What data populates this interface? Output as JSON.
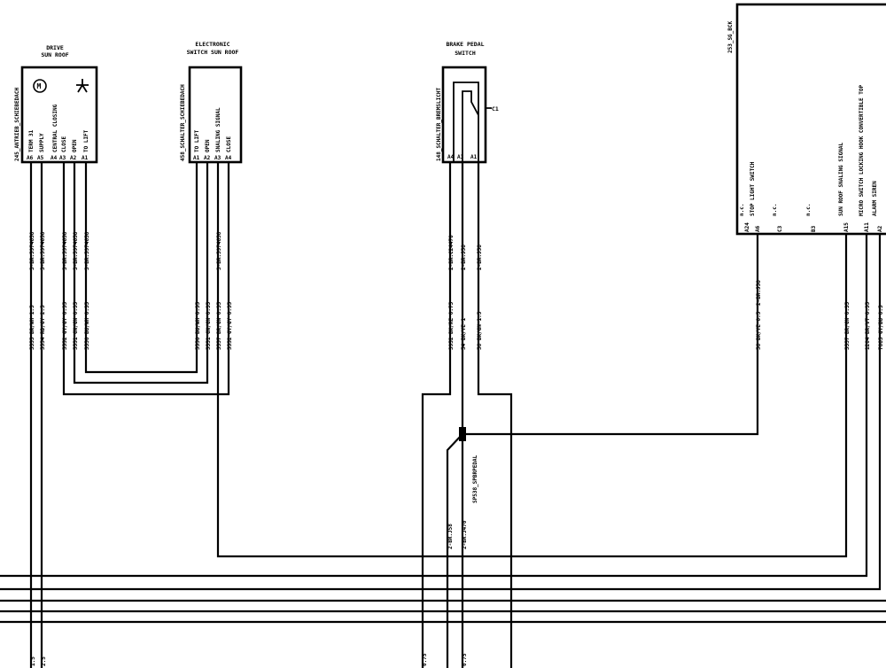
{
  "components": {
    "drive": {
      "title1": "DRIVE",
      "title2": "SUN ROOF",
      "ref": "245_ANTRIEB_SCHIEBEDACH",
      "pins": [
        {
          "pin": "A6",
          "func": "TERM 31"
        },
        {
          "pin": "A5",
          "func": "SUPPLY"
        },
        {
          "pin": "A4",
          "func": "CENTRAL CLOSING"
        },
        {
          "pin": "A3",
          "func": "CLOSE"
        },
        {
          "pin": "A2",
          "func": "OPEN"
        },
        {
          "pin": "A1",
          "func": "TO LIFT"
        }
      ]
    },
    "switch": {
      "title1": "ELECTRONIC",
      "title2": "SWITCH SUN ROOF",
      "ref": "458_SCHALTER_SCHIEBEDACH",
      "pins": [
        {
          "pin": "A1",
          "func": "TO LIFT"
        },
        {
          "pin": "A2",
          "func": "OPEN"
        },
        {
          "pin": "A3",
          "func": "SNALING SIGNAL"
        },
        {
          "pin": "A4",
          "func": "CLOSE"
        }
      ]
    },
    "brake": {
      "title1": "BRAKE PEDAL",
      "title2": "SWITCH",
      "ref": "148_SCHALTER_BREMSLICHT",
      "pins": [
        {
          "pin": "A4"
        },
        {
          "pin": "A3"
        },
        {
          "pin": "A1"
        }
      ],
      "terminal": "C1"
    },
    "control": {
      "ref": "253_SG_BCK",
      "pins": [
        {
          "pin": "A24",
          "func": "n.c."
        },
        {
          "pin": "A6",
          "func": "STOP LIGHT SWITCH"
        },
        {
          "pin": "C3",
          "func": "n.c."
        },
        {
          "pin": "B3",
          "func": "n.c."
        },
        {
          "pin": "A15",
          "func": "SUN ROOF SNALING SIGNAL"
        },
        {
          "pin": "A11",
          "func": "MICRO SWITCH LOCKING HOOK CONVERTIBLE TOP"
        },
        {
          "pin": "A2",
          "func": "ALARM SIREN"
        }
      ]
    }
  },
  "wires": {
    "d1": {
      "label": "5555 BR/WH 1.5",
      "conn": "3-BR.5974658"
    },
    "d2": {
      "label": "5554 RD/GY 2.5",
      "conn": "3-BR.5974658"
    },
    "d3": {
      "label": "5552 GY/GY 0.35",
      "conn": "3-BR.5974658"
    },
    "d4": {
      "label": "5551 GN/GN 0.35",
      "conn": "3-BR.5974658"
    },
    "d5": {
      "label": "5550 BU/WH 0.35",
      "conn": "3-BR.5974658"
    },
    "s1": {
      "label": "5550 BU/WH 0.35"
    },
    "s2": {
      "label": "5551 GN/GN 0.35"
    },
    "s3": {
      "label": "5557 BR/GN 0.35",
      "conn": "3-BR.5974658"
    },
    "s4": {
      "label": "5552 GY/GY 0.35"
    },
    "b1": {
      "label": "3952 BK/RE 0.75",
      "conn": "2-BR.C24470"
    },
    "b2": {
      "label": "54 BK/YE 1",
      "conn": "2-BR.J58"
    },
    "b3": {
      "label": "56 BK/GN 1.5",
      "conn": "2-BR.J58"
    },
    "c1": {
      "label": "56 BK/YE 0.5",
      "conn": "2-BR.J58"
    },
    "c2": {
      "label": "5557 BR/GN 0.35"
    },
    "c3": {
      "label": "1204 BR/VT 0.35"
    },
    "c4": {
      "label": "7085 GY/BU 0.5"
    }
  },
  "splice": {
    "label": "SP538_SPBRPEDAL",
    "conn1": "2-BR.J58",
    "conn2": "2-BR.J470"
  },
  "bottom": {
    "l1": "1.5",
    "l2": "2.5",
    "l3": "0.75",
    "l4": "0.75"
  }
}
